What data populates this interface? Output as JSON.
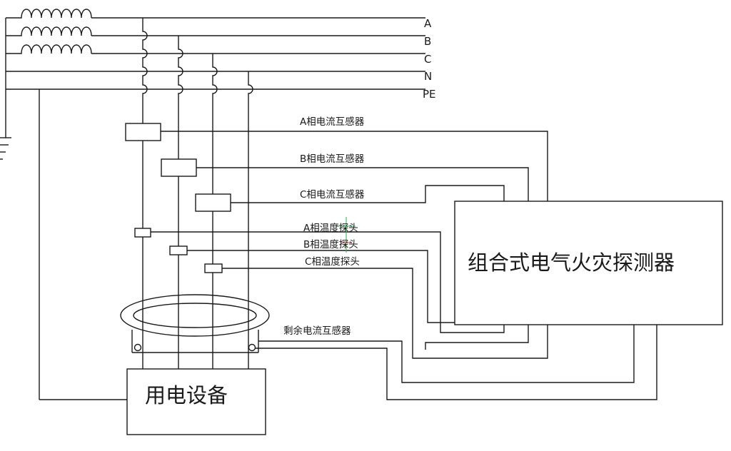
{
  "phases": {
    "a": "A",
    "b": "B",
    "c": "C",
    "n": "N",
    "pe": "PE"
  },
  "sensors": {
    "ct_a": "A相电流互感器",
    "ct_b": "B相电流互感器",
    "ct_c": "C相电流互感器",
    "temp_a": "A相温度探头",
    "temp_b": "B相温度探头",
    "temp_c": "C相温度探头",
    "residual_ct": "剩余电流互感器"
  },
  "detector": {
    "label": "组合式电气火灾探测器"
  },
  "equipment": {
    "label": "用电设备"
  }
}
